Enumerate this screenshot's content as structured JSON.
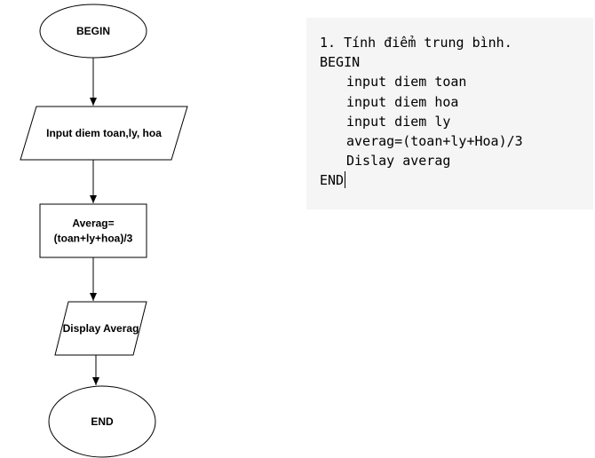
{
  "flowchart": {
    "nodes": [
      {
        "id": "begin",
        "shape": "ellipse",
        "lines": [
          "BEGIN"
        ]
      },
      {
        "id": "input",
        "shape": "parallelogram",
        "lines": [
          "Input diem toan,ly, hoa"
        ]
      },
      {
        "id": "process",
        "shape": "rectangle",
        "lines": [
          "Averag=",
          "(toan+ly+hoa)/3"
        ]
      },
      {
        "id": "display",
        "shape": "parallelogram",
        "lines": [
          "Display Averag"
        ]
      },
      {
        "id": "end",
        "shape": "ellipse",
        "lines": [
          "END"
        ]
      }
    ],
    "edges": [
      {
        "from": "begin",
        "to": "input"
      },
      {
        "from": "input",
        "to": "process"
      },
      {
        "from": "process",
        "to": "display"
      },
      {
        "from": "display",
        "to": "end"
      }
    ]
  },
  "code_panel": {
    "background": "#f5f5f5",
    "lines": [
      {
        "text": "1. Tính điểm trung bình.",
        "indent": false
      },
      {
        "text": "BEGIN",
        "indent": false
      },
      {
        "text": "input diem toan",
        "indent": true
      },
      {
        "text": "input diem hoa",
        "indent": true
      },
      {
        "text": "input diem ly",
        "indent": true
      },
      {
        "text": "averag=(toan+ly+Hoa)/3",
        "indent": true
      },
      {
        "text": "Dislay averag",
        "indent": true
      },
      {
        "text": "END",
        "indent": false
      }
    ]
  }
}
